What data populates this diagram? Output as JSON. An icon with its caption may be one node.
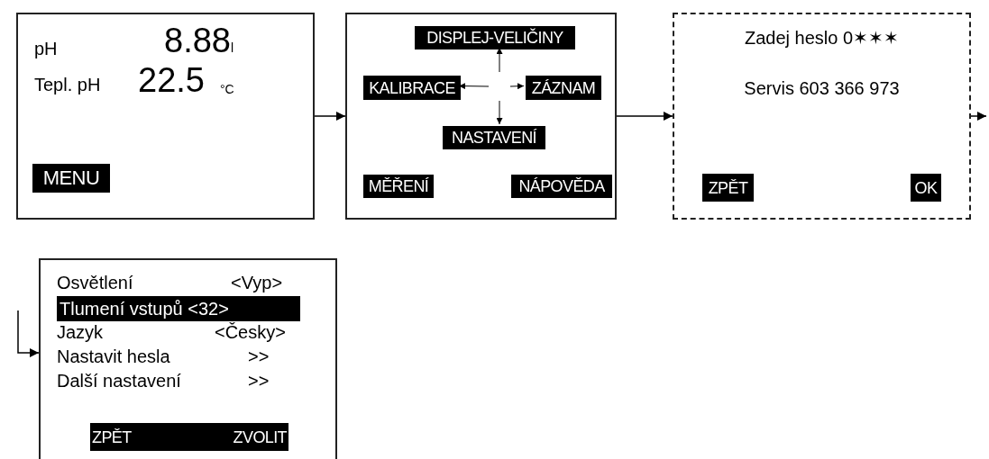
{
  "diagram": {
    "nodes": [
      {
        "text": [
          "pH",
          "8.88$_{l}$",
          "Tepl. pH",
          "22.5",
          "°C"
        ]
      },
      {
        "text": [
          "MENU"
        ],
        "in": 0
      },
      {
        "text": [],
        "shape": "box"
      },
      {
        "text": [
          "DISPLEJ-VELIČINY"
        ],
        "in": 2
      },
      {
        "text": [
          "KALIBRACE"
        ],
        "in": 2
      },
      {
        "text": [
          "ZÁZNAM"
        ],
        "in": 2
      },
      {
        "text": [
          "NASTAVENÍ"
        ],
        "in": 2
      },
      {
        "text": [
          "MĚŘENÍ"
        ],
        "in": 2
      },
      {
        "text": [
          "NÁPOVĚDA"
        ],
        "in": 2
      },
      {
        "text": [
          "Zadej heslo 0✶✶✶",
          "Servis 603 366 973"
        ]
      },
      {
        "text": [
          "ZPĚT"
        ],
        "in": 9
      },
      {
        "text": [
          "OK"
        ],
        "in": 9
      },
      {
        "text": [
          "Osvětlení",
          "<Vyp>",
          "Jazyk",
          "<Česky>",
          "Nastavit hesla",
          ">>",
          "Další nastavení",
          ">>"
        ]
      },
      {
        "text": [
          "Tlumení vstupů  <32>"
        ],
        "in": 12
      },
      {
        "text": [
          "ZPĚT",
          "ZVOLIT"
        ],
        "in": 12
      }
    ],
    "edges": [
      {
        "from": 0,
        "to": 2,
        "arrow": "to"
      },
      {
        "from": 2,
        "to": 9,
        "arrow": "to"
      },
      {
        "from": 9,
        "to": null,
        "arrow": "to"
      },
      {
        "from": null,
        "to": 12,
        "arrow": "to"
      },
      {
        "from": null,
        "to": 3,
        "arrow": "to"
      },
      {
        "from": null,
        "to": 4,
        "arrow": "to"
      },
      {
        "from": null,
        "to": 5,
        "arrow": "to"
      },
      {
        "from": null,
        "to": 6,
        "arrow": "to"
      }
    ]
  }
}
